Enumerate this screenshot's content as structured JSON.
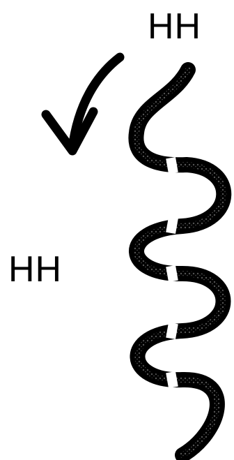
{
  "labels": {
    "top": "HH",
    "left": "HH"
  },
  "colors": {
    "ink": "#000000",
    "speckle": "#8a8a8a",
    "background": "#ffffff"
  },
  "icons": {
    "arrow": "curved-arrow-down-left-icon",
    "chain": "wavy-chain-strand"
  }
}
